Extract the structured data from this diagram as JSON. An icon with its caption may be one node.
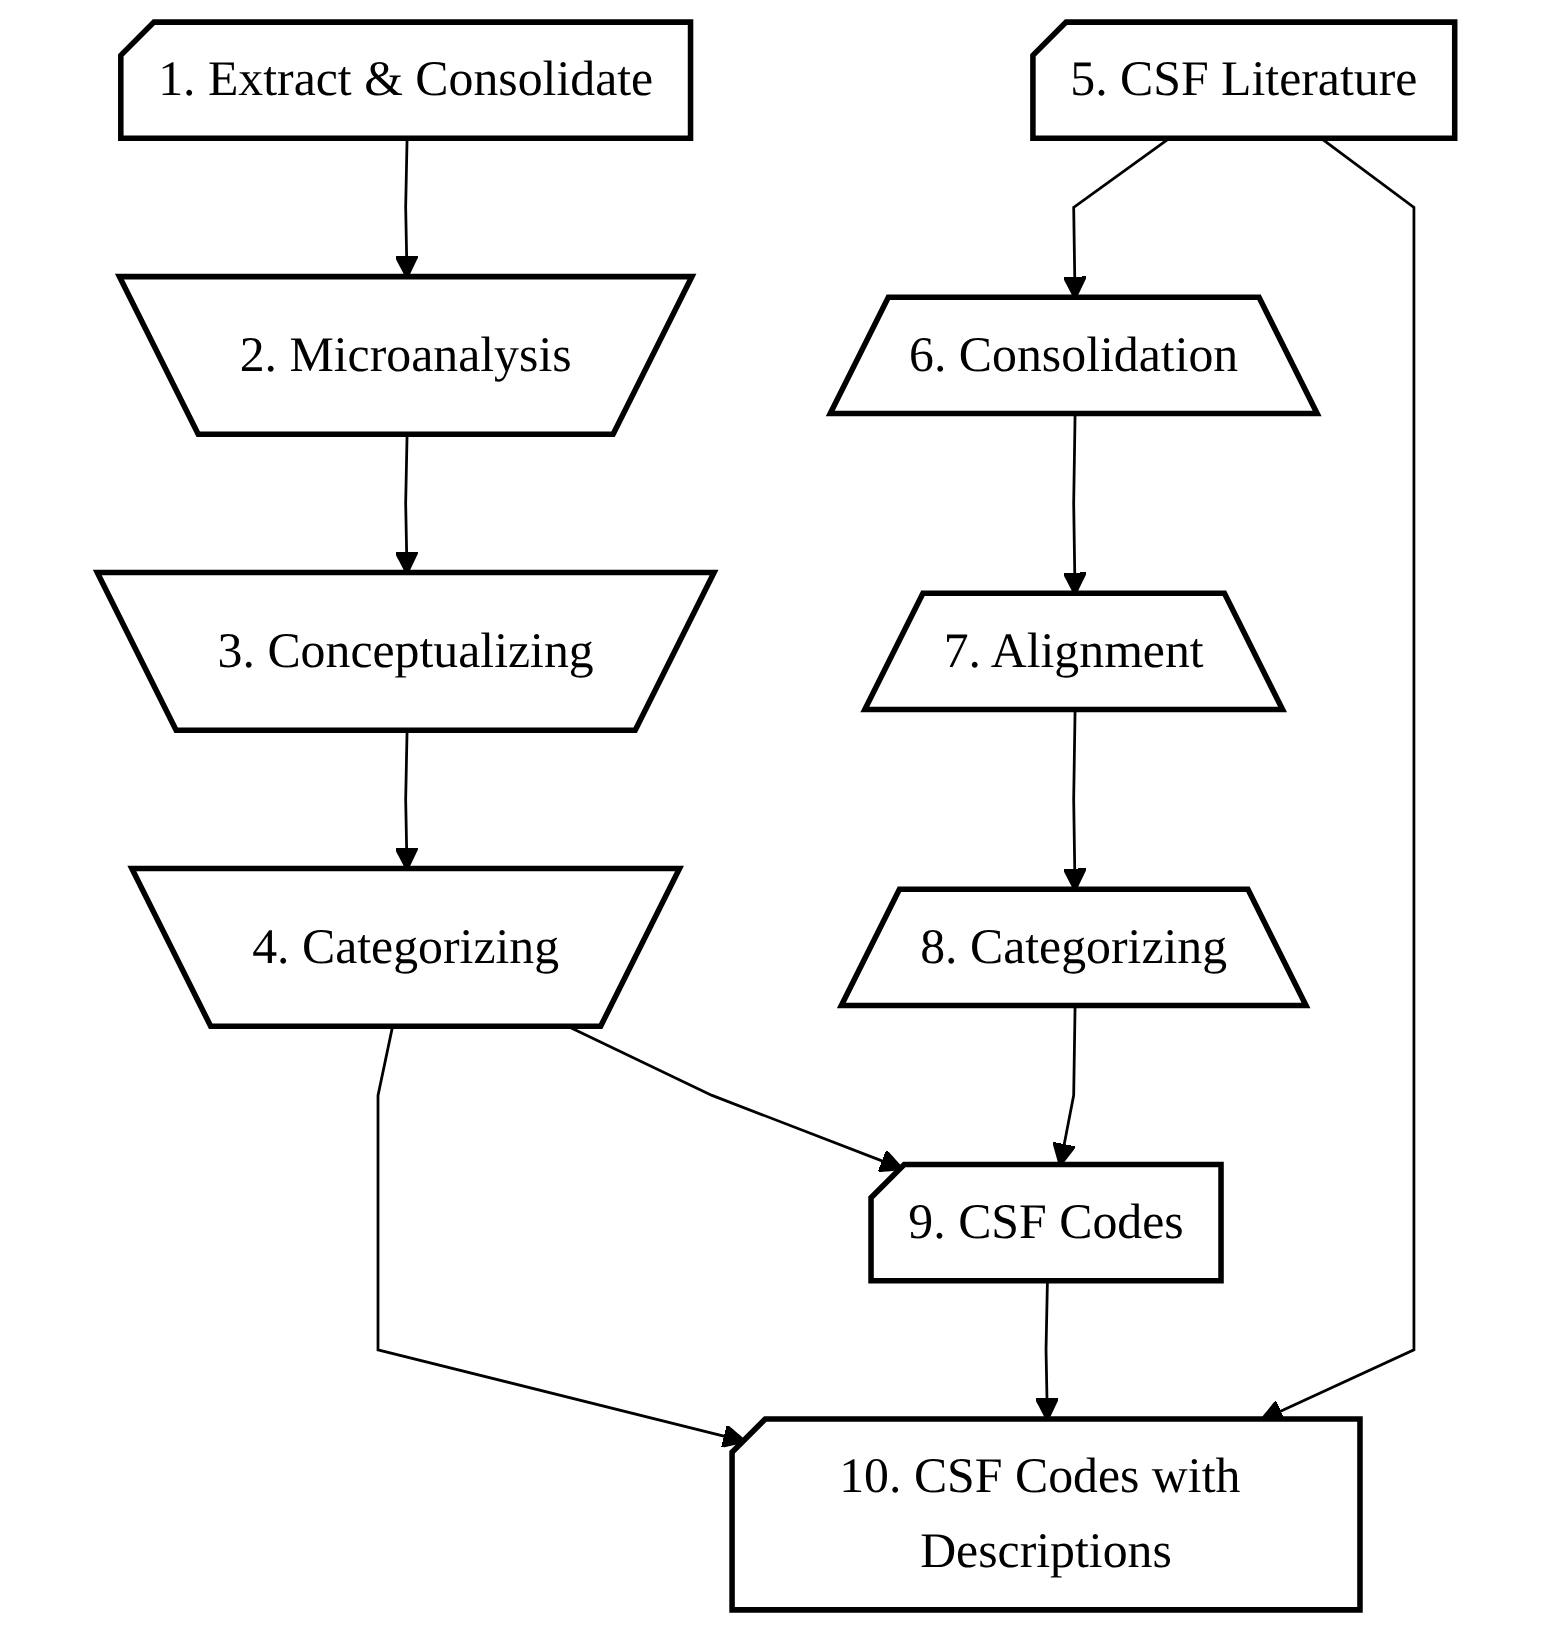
{
  "diagram": {
    "nodes": [
      {
        "text": [
          "1. Extract & Consolidate"
        ]
      },
      {
        "text": [
          "2. Microanalysis"
        ]
      },
      {
        "text": [
          "3. Conceptualizing"
        ]
      },
      {
        "text": [
          "4. Categorizing"
        ]
      },
      {
        "text": [
          "5. CSF Literature"
        ]
      },
      {
        "text": [
          "6. Consolidation"
        ]
      },
      {
        "text": [
          "7. Alignment"
        ]
      },
      {
        "text": [
          "8. Categorizing"
        ]
      },
      {
        "text": [
          "9. CSF Codes"
        ]
      },
      {
        "text": [
          "10. CSF Codes with Descriptions"
        ]
      }
    ],
    "edges": [
      {
        "from": 0,
        "to": 1,
        "arrow": "to"
      },
      {
        "from": 1,
        "to": 2,
        "arrow": "to"
      },
      {
        "from": 2,
        "to": 3,
        "arrow": "to"
      },
      {
        "from": 3,
        "to": 9,
        "arrow": "to"
      },
      {
        "from": 3,
        "to": 8,
        "arrow": "to"
      },
      {
        "from": 7,
        "to": 8,
        "arrow": "to"
      },
      {
        "from": 8,
        "to": 9,
        "arrow": "to"
      },
      {
        "from": 4,
        "to": 5,
        "arrow": "to"
      },
      {
        "from": 5,
        "to": 6,
        "arrow": "to"
      },
      {
        "from": 6,
        "to": 7,
        "arrow": "to"
      },
      {
        "from": 4,
        "to": 9,
        "arrow": "to"
      }
    ]
  }
}
